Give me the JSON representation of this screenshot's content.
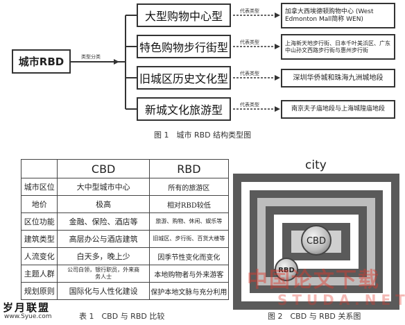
{
  "figure1": {
    "root": "城市RBD",
    "root_link_label": "类型分类",
    "rep_label": "代表类型",
    "types": [
      {
        "name": "大型购物中心型",
        "example": "加拿大西埃德顿购物中心 (West Edmonton Mall简称 WEN)"
      },
      {
        "name": "特色购物步行街型",
        "example": "上海新天地步行街、日本千叶美浜区、广东中山孙文西路步行街与惠州步行街"
      },
      {
        "name": "旧城区历史文化型",
        "example": "深圳华侨城和珠海九洲城地段"
      },
      {
        "name": "新城文化旅游型",
        "example": "南京夫子庙地段与上海城隍庙地段"
      }
    ],
    "caption": "图 1　城市 RBD 结构类型图"
  },
  "table1": {
    "headers": [
      "",
      "CBD",
      "RBD"
    ],
    "rows": [
      [
        "城市区位",
        "大中型城市中心",
        "所有的旅游区"
      ],
      [
        "地价",
        "极高",
        "相对RBD较低"
      ],
      [
        "区位功能",
        "金融、保险、酒店等",
        "旅游、购物、休闲、娱乐等"
      ],
      [
        "建筑类型",
        "高层办公与酒店建筑",
        "旧城区、步行街、百货大楼等"
      ],
      [
        "人流变化",
        "白天多，晚上少",
        "因季节性变化而变化"
      ],
      [
        "主题人群",
        "公司白领，银行职员，外来商务人士",
        "本地购物者与外来游客"
      ],
      [
        "规划原则",
        "国际化与人性化建设",
        "保护本地文脉与充分利用"
      ]
    ],
    "caption": "表 1　CBD 与 RBD 比较"
  },
  "figure2": {
    "title": "city",
    "cbd_label": "CBD",
    "rbd_label": "RBD",
    "caption": "图 2　CBD 与 RBD 关系图"
  },
  "watermarks": {
    "left_top": "岁月联盟",
    "left_url": "www.Syue.com",
    "right_cn": "中国论文下载",
    "right_url": "S T U D A . N E T"
  },
  "colors": {
    "ring_dark": "#5a5a5a",
    "ring_light": "#bdbdbd",
    "watermark_red": "#e0392d"
  }
}
